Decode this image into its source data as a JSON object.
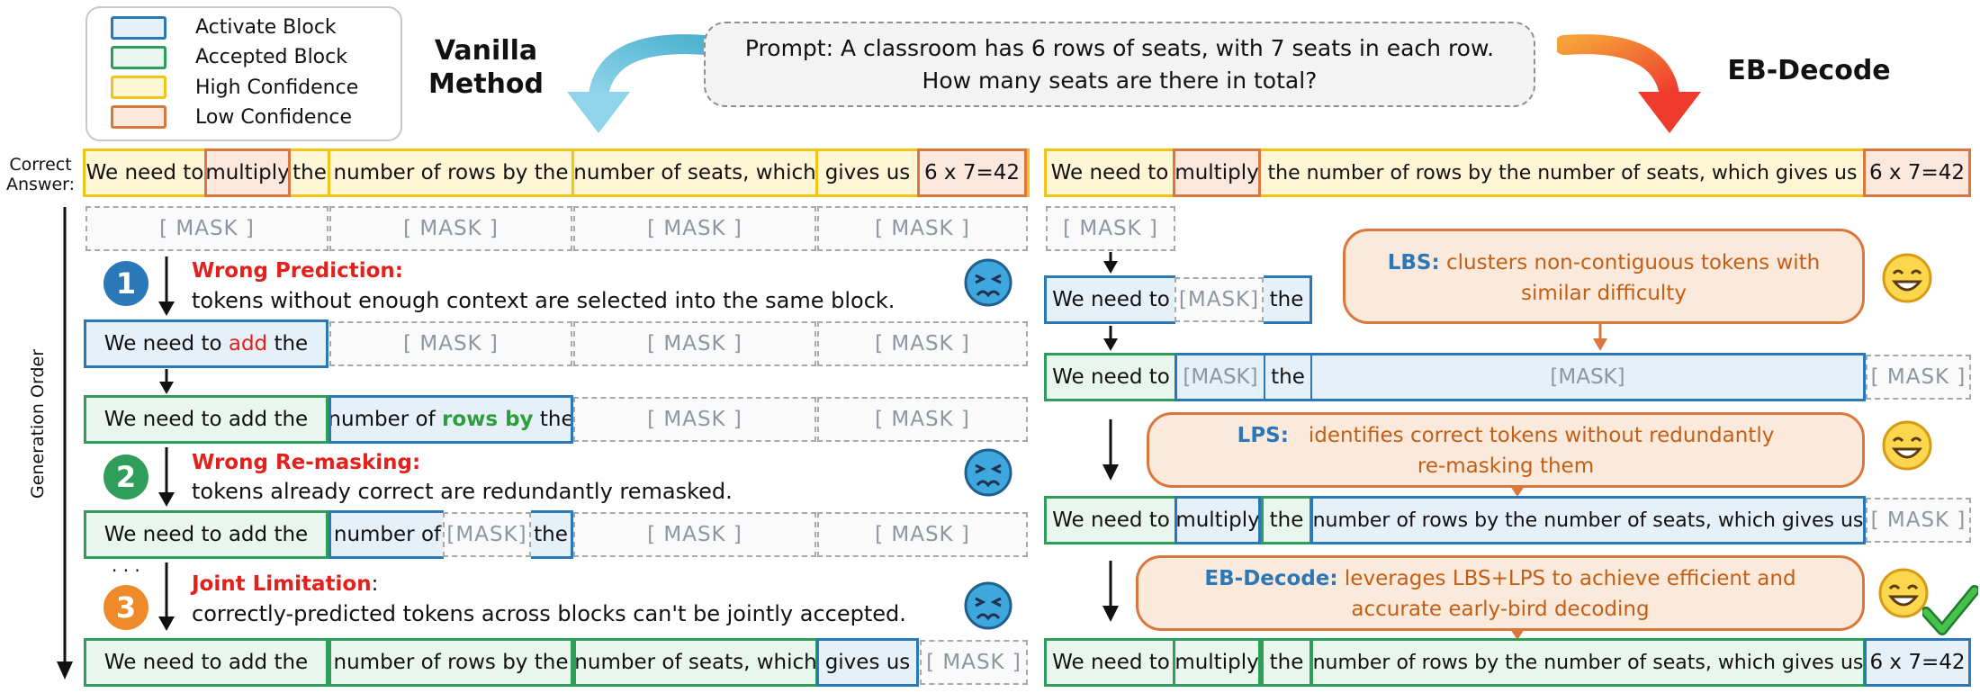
{
  "legend": {
    "activate": "Activate Block",
    "accepted": "Accepted Block",
    "high": "High Confidence",
    "low": "Low Confidence"
  },
  "titles": {
    "vanilla_line1": "Vanilla",
    "vanilla_line2": "Method",
    "eb": "EB-Decode"
  },
  "prompt": {
    "line1": "Prompt: A classroom has 6 rows of seats, with 7 seats in each row.",
    "line2": "How many seats are there in total?"
  },
  "labels": {
    "correct1": "Correct",
    "correct2": "Answer:",
    "gen_order": "Generation Order",
    "dots": "· · ·"
  },
  "tokens": {
    "we_need_to": "We need to",
    "we_need_to_sp": "We need to ",
    "multiply": "multiply",
    "the": "the",
    "sp_the": " the",
    "num_rows_by_the": "number of rows by the",
    "num_seats_which": "number of seats, which",
    "gives_us": "gives us",
    "ans": "6 x 7=42",
    "mask": "[ MASK ]",
    "mask2": "[MASK]",
    "add": "add",
    "we_need_to_add_the": "We need to add the",
    "number_of_": "number of ",
    "rows_by": "rows by",
    "number_of": "number of",
    "right_long_r1": "the number of rows by the number of seats, which gives us",
    "right_long": "number of rows by the number of seats, which gives us"
  },
  "steps": {
    "s1_num": "1",
    "s1_title": "Wrong Prediction:",
    "s1_desc": "tokens without enough context are selected into the same block.",
    "s2_num": "2",
    "s2_title": "Wrong Re-masking:",
    "s2_desc": "tokens already correct are redundantly remasked.",
    "s3_num": "3",
    "s3_title": "Joint Limitation",
    "s3_colon": ":",
    "s3_desc": "correctly-predicted tokens across blocks can't be jointly accepted."
  },
  "callouts": {
    "lbs_kw": "LBS:",
    "lbs_1": " clusters non-contiguous tokens with",
    "lbs_2": "similar difficulty",
    "lps_kw": "LPS:",
    "lps_1": "   identifies correct tokens without redundantly",
    "lps_2": "re-masking them",
    "eb_kw": "EB-Decode:",
    "eb_1": " leverages LBS+LPS to achieve efficient and",
    "eb_2": "accurate early-bird decoding"
  },
  "colors": {
    "accepted": "#2e9e5a",
    "activate": "#2b78b8",
    "high": "#f2c418",
    "low": "#d9773c",
    "error": "#e3201b"
  }
}
